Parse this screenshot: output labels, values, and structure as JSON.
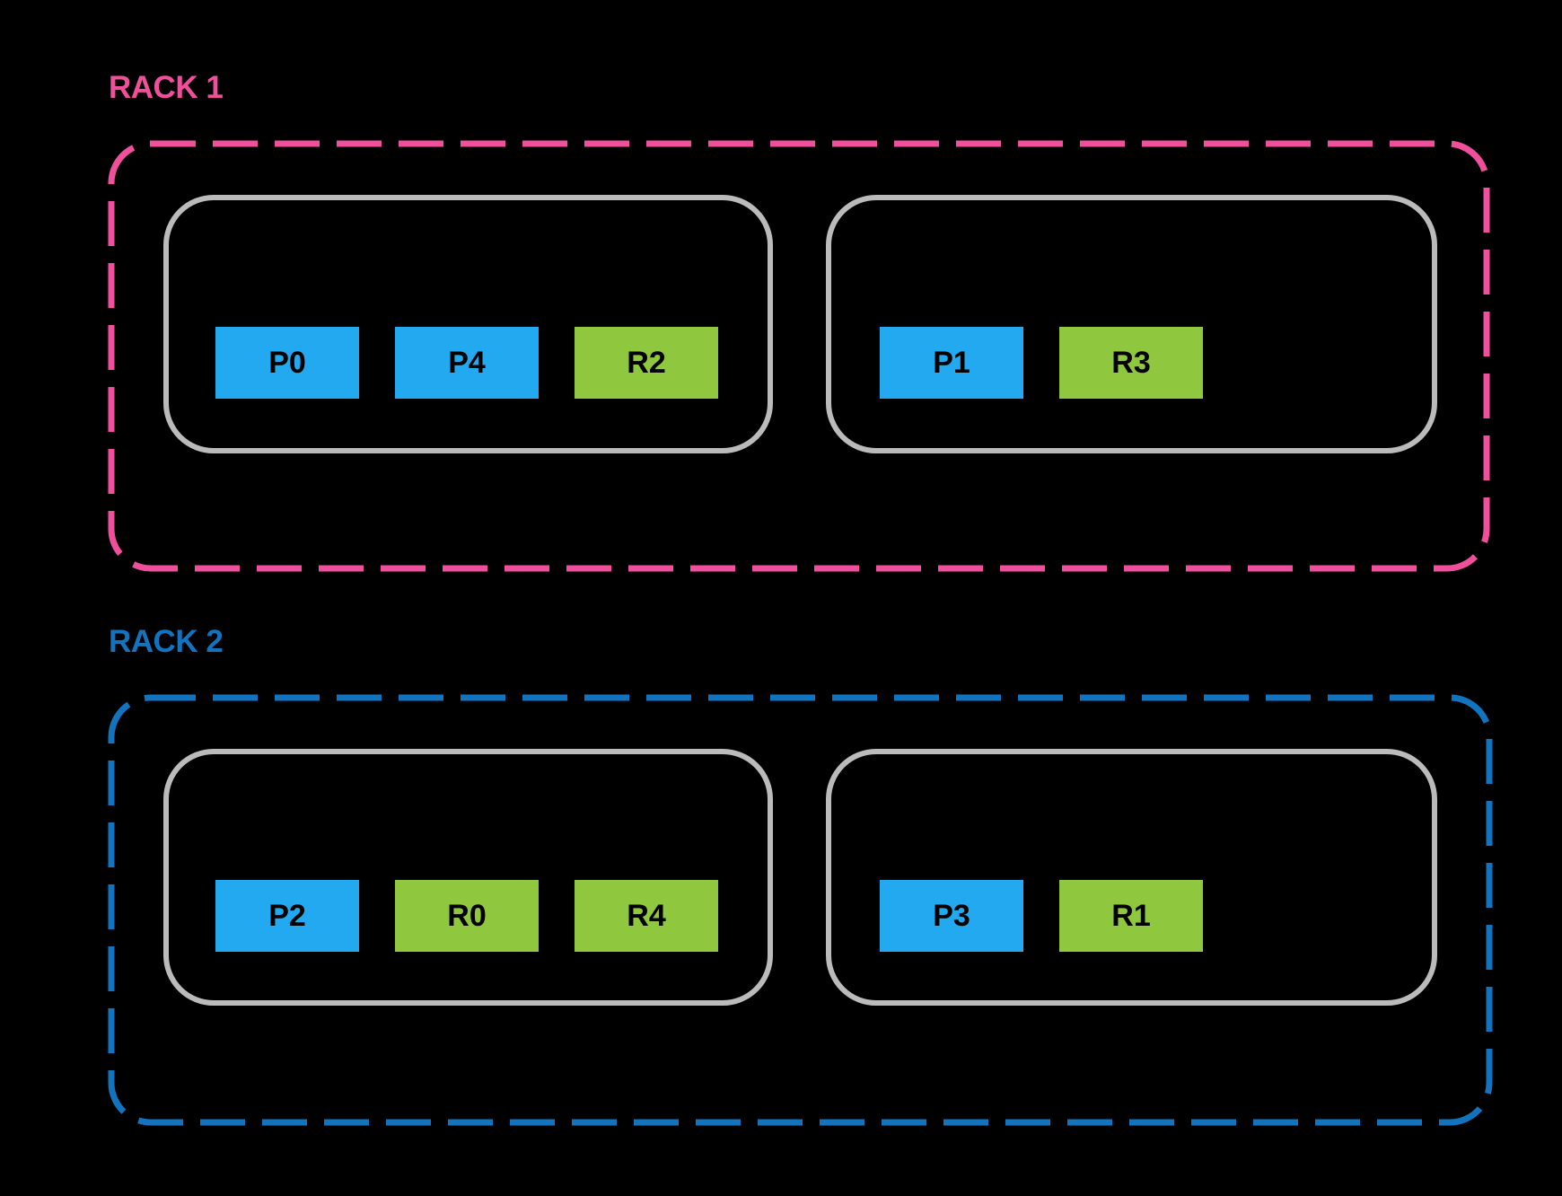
{
  "colors": {
    "background": "#000000",
    "rack1_accent": "#F0509B",
    "rack2_accent": "#1274BF",
    "slot_blue": "#22A9F0",
    "slot_green": "#8FC73E",
    "node_border": "#BBBBBB",
    "slot_text": "#000000"
  },
  "racks": [
    {
      "label": "RACK 1",
      "accent_color": "#F0509B",
      "nodes": [
        {
          "slots": [
            {
              "label": "P0",
              "type": "P",
              "color": "#22A9F0"
            },
            {
              "label": "P4",
              "type": "P",
              "color": "#22A9F0"
            },
            {
              "label": "R2",
              "type": "R",
              "color": "#8FC73E"
            }
          ]
        },
        {
          "slots": [
            {
              "label": "P1",
              "type": "P",
              "color": "#22A9F0"
            },
            {
              "label": "R3",
              "type": "R",
              "color": "#8FC73E"
            }
          ]
        }
      ]
    },
    {
      "label": "RACK 2",
      "accent_color": "#1274BF",
      "nodes": [
        {
          "slots": [
            {
              "label": "P2",
              "type": "P",
              "color": "#22A9F0"
            },
            {
              "label": "R0",
              "type": "R",
              "color": "#8FC73E"
            },
            {
              "label": "R4",
              "type": "R",
              "color": "#8FC73E"
            }
          ]
        },
        {
          "slots": [
            {
              "label": "P3",
              "type": "P",
              "color": "#22A9F0"
            },
            {
              "label": "R1",
              "type": "R",
              "color": "#8FC73E"
            }
          ]
        }
      ]
    }
  ]
}
